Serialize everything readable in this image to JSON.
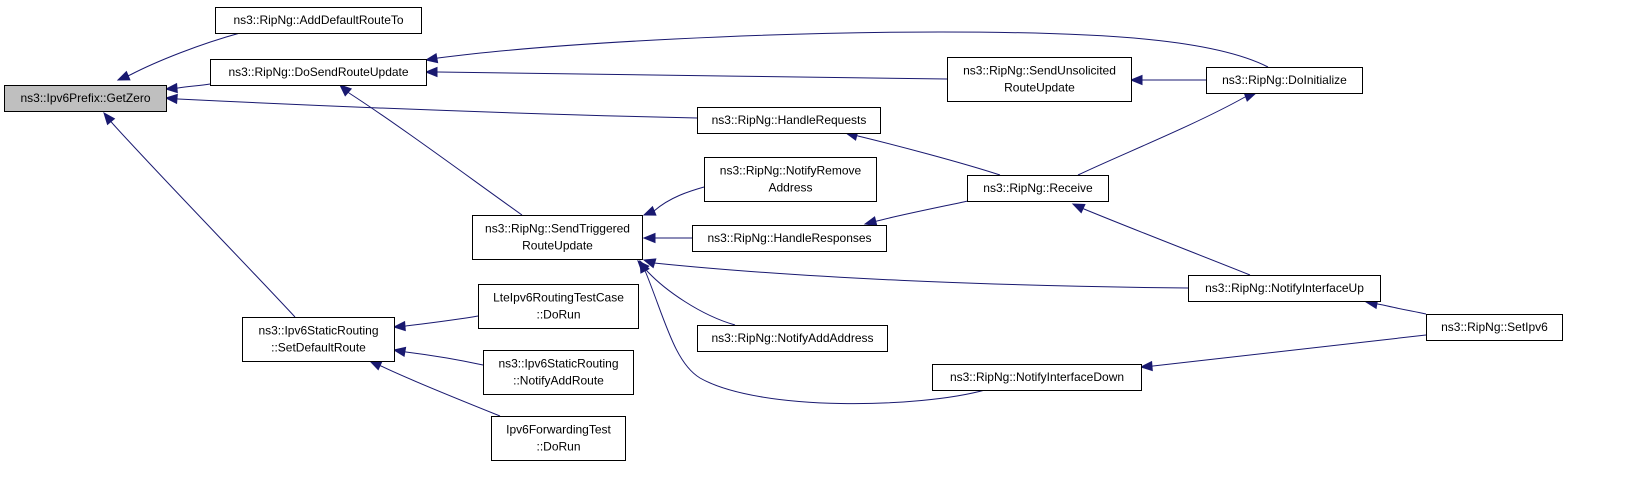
{
  "diagram": {
    "nodes": [
      {
        "id": "getzero",
        "lines": [
          "ns3::Ipv6Prefix::GetZero"
        ],
        "root": true
      },
      {
        "id": "adddefault",
        "lines": [
          "ns3::RipNg::AddDefaultRouteTo"
        ]
      },
      {
        "id": "dosend",
        "lines": [
          "ns3::RipNg::DoSendRouteUpdate"
        ]
      },
      {
        "id": "sendunsol",
        "lines": [
          "ns3::RipNg::SendUnsolicited",
          "RouteUpdate"
        ]
      },
      {
        "id": "doinit",
        "lines": [
          "ns3::RipNg::DoInitialize"
        ]
      },
      {
        "id": "handlereq",
        "lines": [
          "ns3::RipNg::HandleRequests"
        ]
      },
      {
        "id": "receive",
        "lines": [
          "ns3::RipNg::Receive"
        ]
      },
      {
        "id": "notifyremove",
        "lines": [
          "ns3::RipNg::NotifyRemove",
          "Address"
        ]
      },
      {
        "id": "sendtrig",
        "lines": [
          "ns3::RipNg::SendTriggered",
          "RouteUpdate"
        ]
      },
      {
        "id": "handleresp",
        "lines": [
          "ns3::RipNg::HandleResponses"
        ]
      },
      {
        "id": "notifyup",
        "lines": [
          "ns3::RipNg::NotifyInterfaceUp"
        ]
      },
      {
        "id": "setipv6",
        "lines": [
          "ns3::RipNg::SetIpv6"
        ]
      },
      {
        "id": "notifyadd",
        "lines": [
          "ns3::RipNg::NotifyAddAddress"
        ]
      },
      {
        "id": "notifydown",
        "lines": [
          "ns3::RipNg::NotifyInterfaceDown"
        ]
      },
      {
        "id": "setdefault",
        "lines": [
          "ns3::Ipv6StaticRouting",
          "::SetDefaultRoute"
        ]
      },
      {
        "id": "ltetest",
        "lines": [
          "LteIpv6RoutingTestCase",
          "::DoRun"
        ]
      },
      {
        "id": "notifyaddroute",
        "lines": [
          "ns3::Ipv6StaticRouting",
          "::NotifyAddRoute"
        ]
      },
      {
        "id": "fwdtest",
        "lines": [
          "Ipv6ForwardingTest",
          "::DoRun"
        ]
      }
    ],
    "edges": [
      {
        "from": "adddefault",
        "to": "getzero"
      },
      {
        "from": "dosend",
        "to": "getzero"
      },
      {
        "from": "handlereq",
        "to": "getzero"
      },
      {
        "from": "setdefault",
        "to": "getzero"
      },
      {
        "from": "doinit",
        "to": "dosend"
      },
      {
        "from": "sendunsol",
        "to": "dosend"
      },
      {
        "from": "sendtrig",
        "to": "dosend"
      },
      {
        "from": "doinit",
        "to": "sendunsol"
      },
      {
        "from": "receive",
        "to": "doinit"
      },
      {
        "from": "receive",
        "to": "handlereq"
      },
      {
        "from": "handleresp",
        "to": "receive"
      },
      {
        "from": "notifyup",
        "to": "receive"
      },
      {
        "from": "notifyremove",
        "to": "sendtrig"
      },
      {
        "from": "handleresp",
        "to": "sendtrig"
      },
      {
        "from": "notifyup",
        "to": "sendtrig"
      },
      {
        "from": "notifyadd",
        "to": "sendtrig"
      },
      {
        "from": "notifydown",
        "to": "sendtrig"
      },
      {
        "from": "setipv6",
        "to": "notifyup"
      },
      {
        "from": "setipv6",
        "to": "notifydown"
      },
      {
        "from": "ltetest",
        "to": "setdefault"
      },
      {
        "from": "notifyaddroute",
        "to": "setdefault"
      },
      {
        "from": "fwdtest",
        "to": "setdefault"
      }
    ]
  }
}
